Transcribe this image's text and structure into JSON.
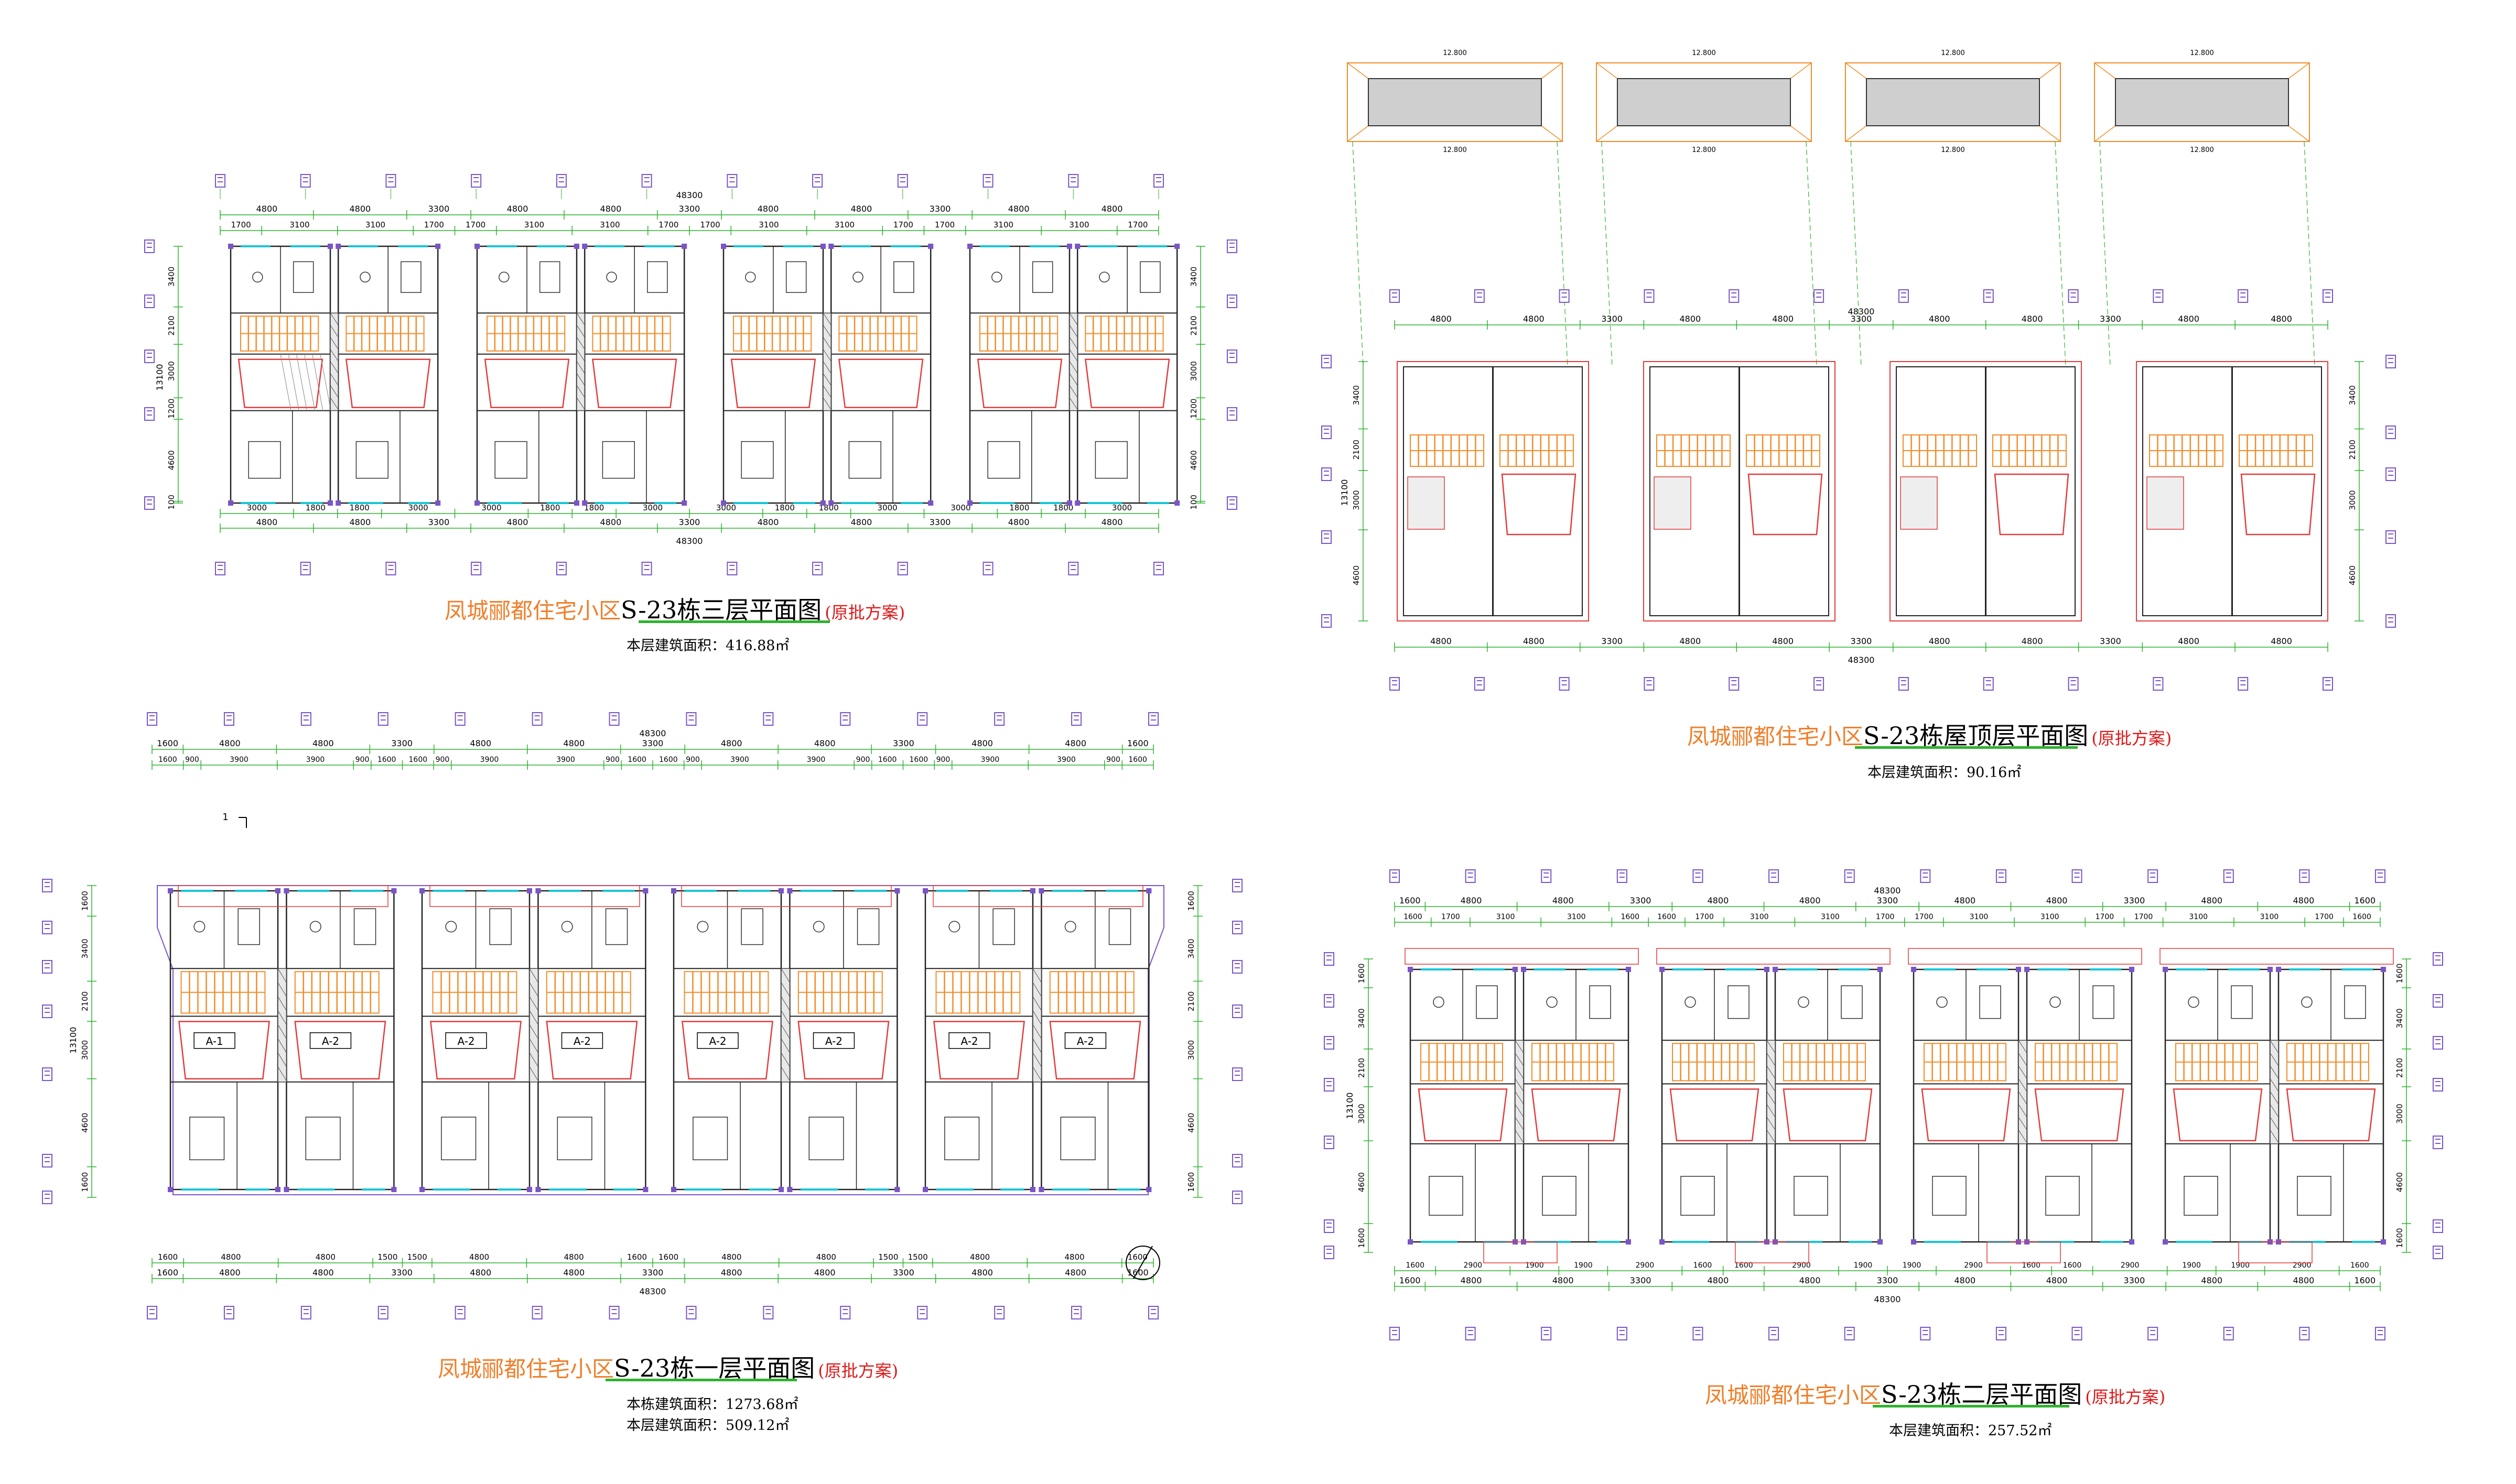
{
  "colors": {
    "dimension": "#2db32d",
    "axis_bubble": "#7a55c8",
    "wall_red": "#e23c3c",
    "stair_orange": "#f28c28",
    "cyan": "#19c6d6",
    "title_orange": "#f07f2a",
    "title_red": "#e01818",
    "roof_fill": "#cfcfcf",
    "text": "#000000"
  },
  "shared": {
    "project_name": "凤城郦都住宅小区",
    "approval_note": "(原批方案)"
  },
  "plans": [
    {
      "id": "third-floor",
      "title": "S-23栋三层平面图",
      "area_lines": [
        "本层建筑面积：416.88㎡"
      ],
      "overall_dimension": "48300",
      "bay_widths": [
        "4800",
        "4800",
        "3300",
        "4800",
        "4800",
        "3300",
        "4800",
        "4800",
        "3300",
        "4800",
        "4800"
      ],
      "sub_widths_top": [
        "1700",
        "3100",
        "3100",
        "1700",
        "1700",
        "3100",
        "3100",
        "1700",
        "1700",
        "3100",
        "3100",
        "1700",
        "1700",
        "3100",
        "3100",
        "1700"
      ],
      "sub_widths_bottom": [
        "3000",
        "1800",
        "1800",
        "3000",
        "3000",
        "1800",
        "1800",
        "3000",
        "3000",
        "1800",
        "1800",
        "3000",
        "3000",
        "1800",
        "1800",
        "3000"
      ],
      "depth_dimensions": [
        "3400",
        "2100",
        "3000",
        "1200",
        "4600",
        "100"
      ],
      "depth_total": "13100"
    },
    {
      "id": "roof",
      "title": "S-23栋屋顶层平面图",
      "area_lines": [
        "本层建筑面积：90.16㎡"
      ],
      "overall_dimension": "48300",
      "bay_widths": [
        "4800",
        "4800",
        "3300",
        "4800",
        "4800",
        "3300",
        "4800",
        "4800",
        "3300",
        "4800",
        "4800"
      ],
      "depth_dimensions": [
        "3400",
        "2100",
        "3000",
        "4600"
      ],
      "depth_total": "13100",
      "roof_dimension": "12.800"
    },
    {
      "id": "first-floor",
      "title": "S-23栋一层平面图",
      "area_lines": [
        "本栋建筑面积：1273.68㎡",
        "本层建筑面积：509.12㎡"
      ],
      "overall_dimension": "48300",
      "bay_widths": [
        "1600",
        "4800",
        "4800",
        "3300",
        "4800",
        "4800",
        "3300",
        "4800",
        "4800",
        "3300",
        "4800",
        "4800",
        "1600"
      ],
      "sub_widths_top": [
        "1600",
        "900",
        "3900",
        "3900",
        "900",
        "1600",
        "1600",
        "900",
        "3900",
        "3900",
        "900",
        "1600",
        "1600",
        "900",
        "3900",
        "3900",
        "900",
        "1600",
        "1600",
        "900",
        "3900",
        "3900",
        "900",
        "1600"
      ],
      "bay_widths_bottom": [
        "1600",
        "4800",
        "4800",
        "1500",
        "1500",
        "4800",
        "4800",
        "1600",
        "1600",
        "4800",
        "4800",
        "1500",
        "1500",
        "4800",
        "4800",
        "1600"
      ],
      "depth_dimensions": [
        "1600",
        "3400",
        "2100",
        "3000",
        "4600",
        "1600"
      ],
      "depth_total": "13100",
      "unit_labels": [
        "A-1",
        "A-2",
        "A-2",
        "A-2",
        "A-2",
        "A-2",
        "A-2",
        "A-2"
      ],
      "section_marker": "1"
    },
    {
      "id": "second-floor",
      "title": "S-23栋二层平面图",
      "area_lines": [
        "本层建筑面积：257.52㎡"
      ],
      "overall_dimension": "48300",
      "bay_widths": [
        "1600",
        "4800",
        "4800",
        "3300",
        "4800",
        "4800",
        "3300",
        "4800",
        "4800",
        "3300",
        "4800",
        "4800",
        "1600"
      ],
      "sub_widths_top": [
        "1600",
        "1700",
        "3100",
        "3100",
        "1600",
        "1600",
        "1700",
        "3100",
        "3100",
        "1700",
        "1700",
        "3100",
        "3100",
        "1700",
        "1700",
        "3100",
        "3100",
        "1700",
        "1600"
      ],
      "sub_widths_bottom": [
        "1600",
        "2900",
        "1900",
        "1900",
        "2900",
        "1600",
        "1600",
        "2900",
        "1900",
        "1900",
        "2900",
        "1600",
        "1600",
        "2900",
        "1900",
        "1900",
        "2900",
        "1600"
      ],
      "depth_dimensions": [
        "1600",
        "3400",
        "2100",
        "3000",
        "4600",
        "1600"
      ],
      "depth_total": "13100"
    }
  ]
}
